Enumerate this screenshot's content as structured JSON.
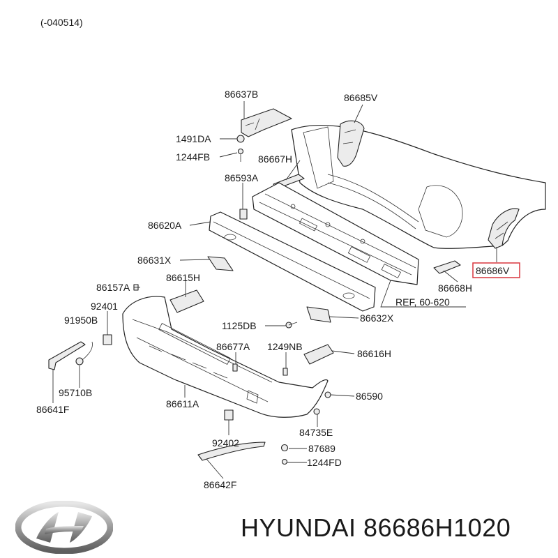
{
  "header": {
    "code_range": "(-040514)"
  },
  "footer": {
    "brand": "HYUNDAI",
    "part_number": "86686H1020",
    "logo_icon": "hyundai-logo-icon"
  },
  "highlight": {
    "label": "86686V",
    "color": "#d9363e"
  },
  "callouts": {
    "c86637B": "86637B",
    "c86685V": "86685V",
    "c1491DA": "1491DA",
    "c1244FB": "1244FB",
    "c86667H": "86667H",
    "c86593A": "86593A",
    "c86620A": "86620A",
    "c86631X": "86631X",
    "c86686V": "86686V",
    "c86157A": "86157A",
    "c86615H": "86615H",
    "c86668H": "86668H",
    "c92401": "92401",
    "cREF": "REF, 60-620",
    "c91950B": "91950B",
    "c1125DB": "1125DB",
    "c86632X": "86632X",
    "c86677A": "86677A",
    "c1249NB": "1249NB",
    "c86616H": "86616H",
    "c95710B": "95710B",
    "c86590": "86590",
    "c86641F": "86641F",
    "c86611A": "86611A",
    "c84735E": "84735E",
    "c92402": "92402",
    "c87689": "87689",
    "c1244FD": "1244FD",
    "c86642F": "86642F"
  }
}
